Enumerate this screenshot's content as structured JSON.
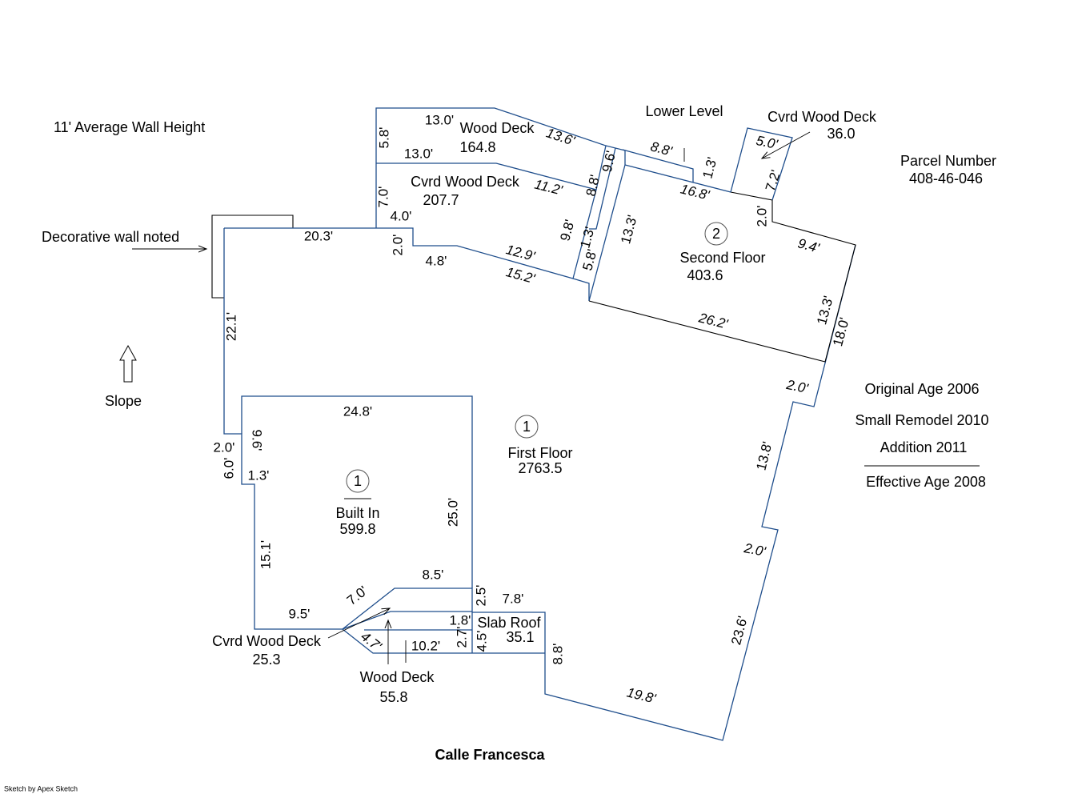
{
  "notes": {
    "wall_height": "11' Average Wall Height",
    "decorative_wall": "Decorative wall noted",
    "slope": "Slope",
    "lower_level": "Lower Level"
  },
  "parcel": {
    "label": "Parcel Number",
    "number": "408-46-046"
  },
  "ages": {
    "original": "Original Age 2006",
    "remodel": "Small Remodel 2010",
    "addition": "Addition 2011",
    "effective": "Effective Age 2008"
  },
  "street": "Calle Francesca",
  "credit": "Sketch by Apex Sketch",
  "areas": {
    "wood_deck_top": {
      "name": "Wood Deck",
      "value": "164.8"
    },
    "cvrd_deck_top": {
      "name": "Cvrd Wood Deck",
      "value": "207.7"
    },
    "cvrd_deck_right": {
      "name": "Cvrd Wood Deck",
      "value": "36.0"
    },
    "second_floor": {
      "name": "Second Floor",
      "value": "403.6",
      "marker": "2"
    },
    "first_floor": {
      "name": "First Floor",
      "value": "2763.5",
      "marker": "1"
    },
    "built_in": {
      "name": "Built In",
      "value": "599.8",
      "marker": "1"
    },
    "slab_roof": {
      "name": "Slab Roof",
      "value": "35.1"
    },
    "cvrd_deck_bottom": {
      "name": "Cvrd Wood Deck",
      "value": "25.3"
    },
    "wood_deck_bottom": {
      "name": "Wood Deck",
      "value": "55.8"
    }
  },
  "dimensions": [
    "13.0'",
    "5.8'",
    "13.6'",
    "13.0'",
    "7.0'",
    "11.2'",
    "8.8'",
    "9.6'",
    "8.8'",
    "1.3'",
    "5.0'",
    "7.2'",
    "16.8'",
    "2.0'",
    "9.4'",
    "13.3'",
    "9.8'",
    "1.3'",
    "5.8'",
    "4.0'",
    "20.3'",
    "2.0'",
    "4.8'",
    "12.9'",
    "15.2'",
    "26.2'",
    "13.3'",
    "18.0'",
    "22.1'",
    "2.0'",
    "24.8'",
    "13.8'",
    "2.0'",
    "9.6'",
    "6.0'",
    "1.3'",
    "25.0'",
    "15.1'",
    "2.0'",
    "8.5'",
    "7.0'",
    "2.5'",
    "7.8'",
    "9.5'",
    "1.8'",
    "2.7'",
    "4.5'",
    "4.7'",
    "10.2'",
    "8.8'",
    "23.6'",
    "19.8'"
  ]
}
